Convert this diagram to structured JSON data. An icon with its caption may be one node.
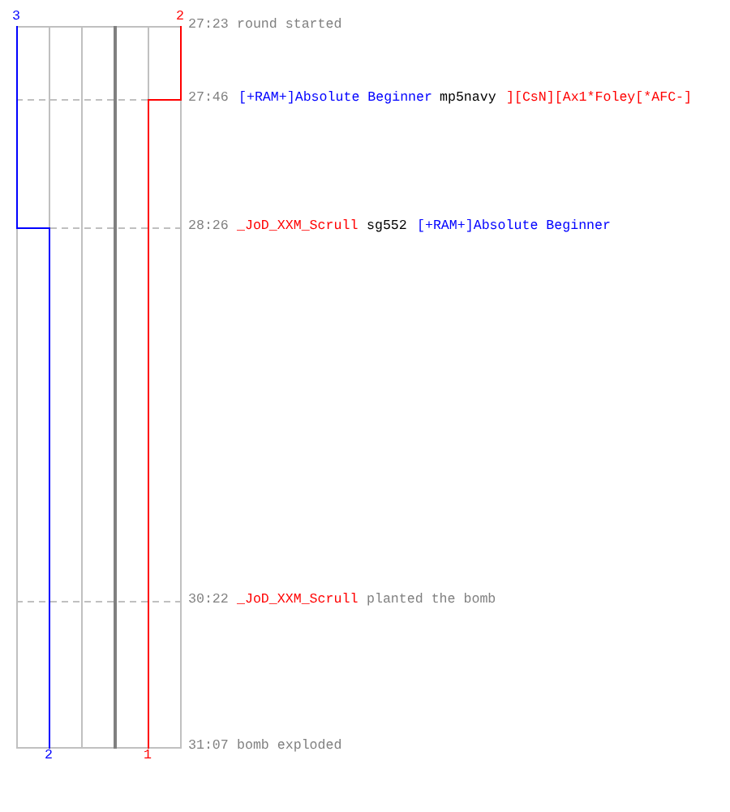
{
  "diagram": {
    "labels": [
      "3",
      "2",
      "27:23",
      "round started",
      "27:46",
      "[+RAM+]Absolute Beginner",
      "mp5navy",
      "][CsN][Ax1*Foley[*AFC-]",
      "28:26",
      "_JoD_XXM_Scrull",
      "sg552",
      "[+RAM+]Absolute Beginner",
      "30:22",
      "_JoD_XXM_Scrull",
      "planted the bomb",
      "31:07",
      "bomb exploded",
      "2",
      "1"
    ]
  }
}
